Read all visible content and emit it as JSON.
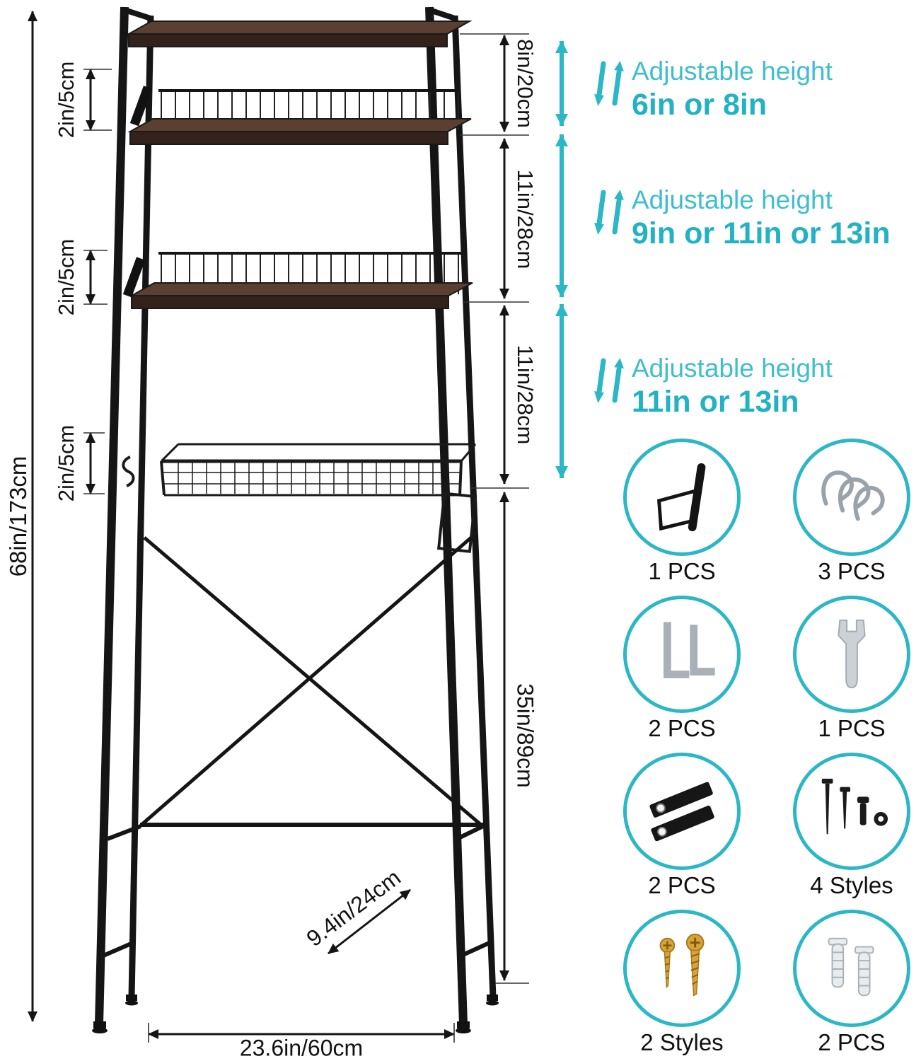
{
  "colors": {
    "teal": "#2cb7c6",
    "ink": "#151515",
    "wood_top": "#5b3f31",
    "wood_front": "#33221b"
  },
  "dimensions": {
    "overall_height": "68in/173cm",
    "shelf_gap_1": "2in/5cm",
    "shelf_gap_2": "2in/5cm",
    "shelf_gap_3": "2in/5cm",
    "section_top": "8in/20cm",
    "section_middle": "11in/28cm",
    "section_lower": "11in/28cm",
    "clearance_height": "35in/89cm",
    "width": "23.6in/60cm",
    "depth": "9.4in/24cm"
  },
  "adjustable_notes": [
    {
      "title": "Adjustable height",
      "value": "6in or 8in"
    },
    {
      "title": "Adjustable height",
      "value": "9in or 11in or 13in"
    },
    {
      "title": "Adjustable height",
      "value": "11in or 13in"
    }
  ],
  "hardware": [
    {
      "item": "toilet-paper-holder",
      "label": "1 PCS"
    },
    {
      "item": "s-hooks",
      "label": "3 PCS"
    },
    {
      "item": "allen-wrenches",
      "label": "2 PCS"
    },
    {
      "item": "wrench",
      "label": "1 PCS"
    },
    {
      "item": "anti-tip-straps",
      "label": "2 PCS"
    },
    {
      "item": "black-screws",
      "label": "4 Styles"
    },
    {
      "item": "gold-screws",
      "label": "2 Styles"
    },
    {
      "item": "wall-anchors",
      "label": "2 PCS"
    }
  ]
}
